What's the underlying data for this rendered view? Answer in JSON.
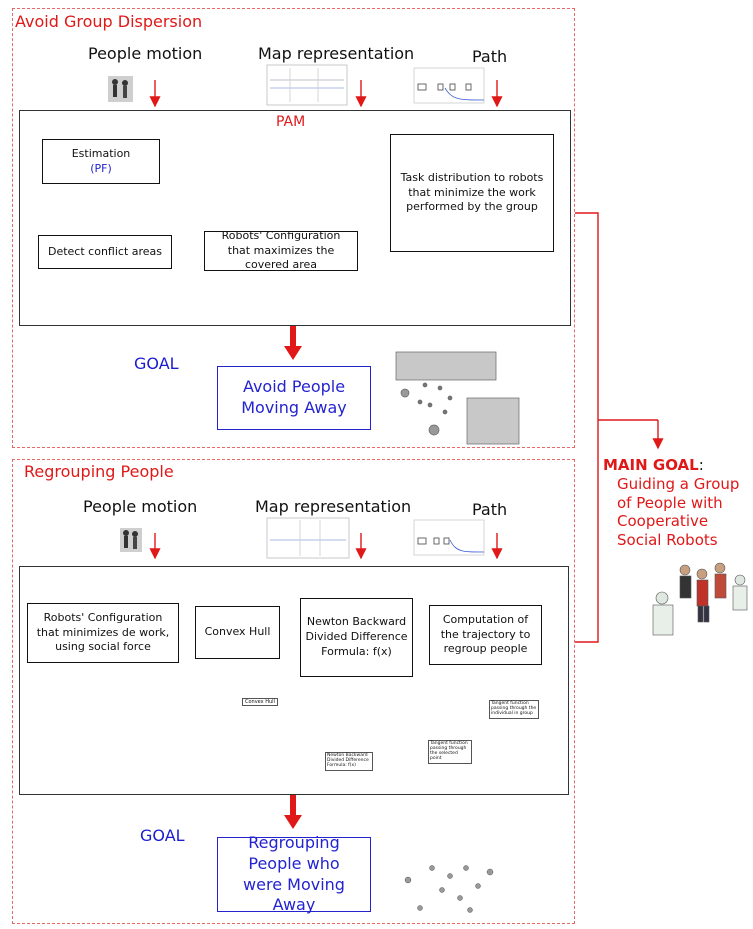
{
  "top": {
    "title": "Avoid Group Dispersion",
    "people_motion": "People motion",
    "map_representation": "Map representation",
    "path": "Path",
    "pam": "PAM",
    "estimation": "Estimation",
    "pf": "(PF)",
    "detect_conflict": "Detect conflict areas",
    "robots_config": "Robots' Configuration that maximizes the covered area",
    "task_distribution": "Task distribution to robots that minimize the work performed by the group",
    "goal_label": "GOAL",
    "goal_text": "Avoid People Moving Away"
  },
  "bottom": {
    "title": "Regrouping People",
    "people_motion": "People motion",
    "map_representation": "Map representation",
    "path": "Path",
    "robots_config": "Robots' Configuration that minimizes de work, using social force",
    "convex_hull": "Convex Hull",
    "newton": "Newton Backward Divided Difference Formula: f(x)",
    "computation": "Computation of the trajectory to regroup people",
    "thumb_convex_hull": "Convex Hull",
    "thumb_newton": "Newton Backward Divided Difference Formula: f(x)",
    "thumb_tangent": "Tangent function passing through the individual in group",
    "thumb_tangent2": "Tangent function passing through the selected point",
    "goal_label": "GOAL",
    "goal_text": "Regrouping People who were Moving Away"
  },
  "main_goal": {
    "label": "MAIN GOAL",
    "text": "Guiding a Group of People with Cooperative Social Robots"
  },
  "colors": {
    "accent_red": "#e01818",
    "goal_blue": "#1b1bd0"
  }
}
